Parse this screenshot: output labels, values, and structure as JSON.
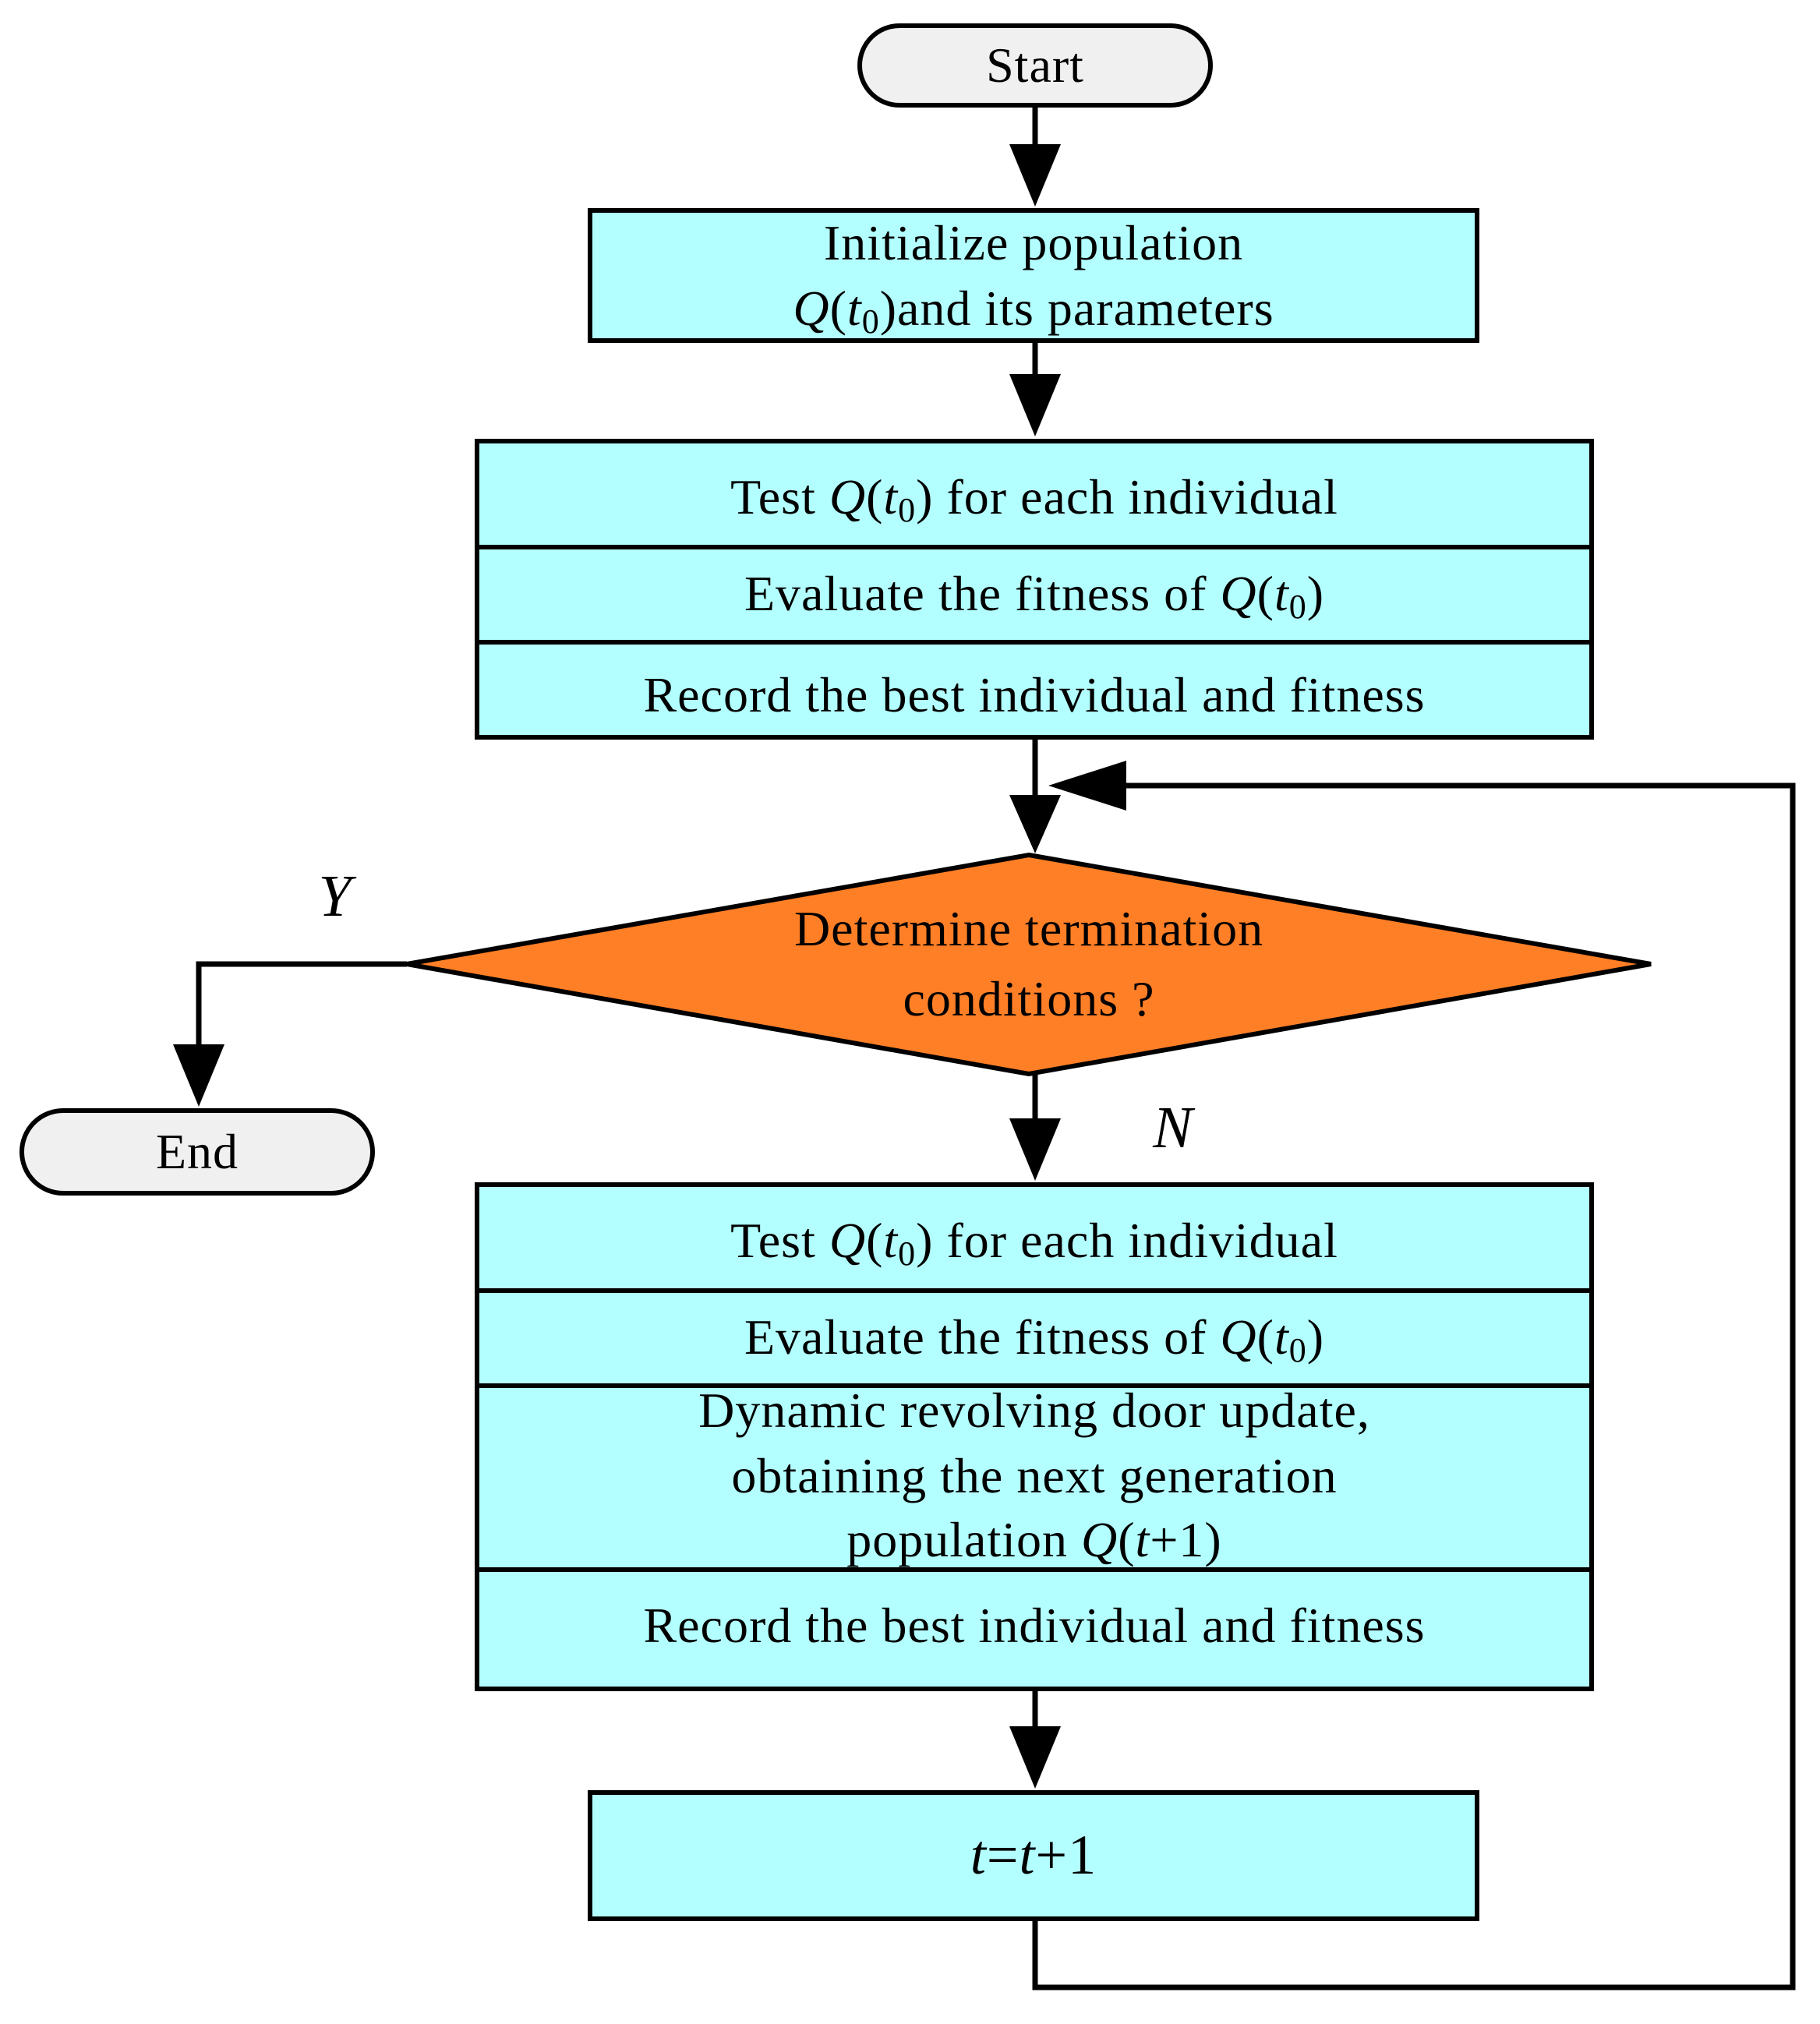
{
  "colors": {
    "process_fill": "#B3FFFF",
    "decision_fill": "#FF7F27",
    "terminal_fill": "#F0F0F0",
    "stroke": "#000000"
  },
  "start": {
    "label": "Start"
  },
  "end": {
    "label": "End"
  },
  "init": {
    "line1": "Initialize population",
    "line2_suffix": "and its parameters"
  },
  "block1": {
    "row1_prefix": "Test ",
    "row1_suffix": " for each individual",
    "row2_prefix": "Evaluate the fitness of ",
    "row3": "Record the best individual and fitness"
  },
  "decision": {
    "line1": "Determine termination",
    "line2": "conditions ?",
    "yes_label": "Y",
    "no_label": "N"
  },
  "block2": {
    "row1_prefix": "Test ",
    "row1_suffix": " for each individual",
    "row2_prefix": "Evaluate the fitness of ",
    "row3_line1": "Dynamic revolving door update,",
    "row3_line2": "obtaining the next generation",
    "row3_line3_prefix": "population ",
    "row4": "Record the best individual and fitness"
  },
  "increment": {
    "label": "t=t+1"
  },
  "math": {
    "Q": "Q",
    "t": "t",
    "sub0": "0",
    "open": "(",
    "close": ")",
    "plus1": "+1"
  }
}
